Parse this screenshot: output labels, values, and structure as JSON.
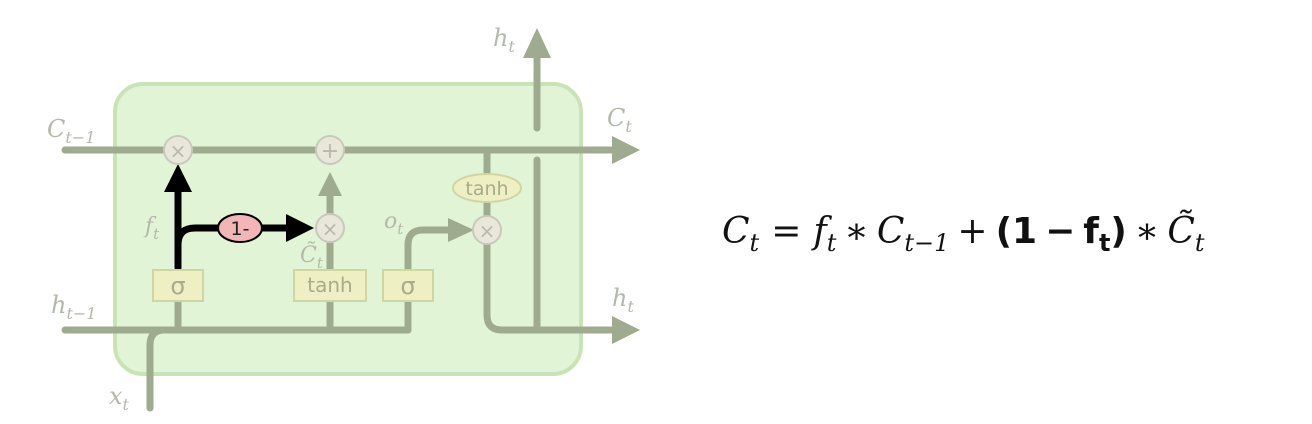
{
  "diagram": {
    "labels": {
      "c_prev": {
        "base": "C",
        "sub": "t−1"
      },
      "c_out": {
        "base": "C",
        "sub": "t"
      },
      "h_prev": {
        "base": "h",
        "sub": "t−1"
      },
      "h_out_right": {
        "base": "h",
        "sub": "t"
      },
      "h_out_top": {
        "base": "h",
        "sub": "t"
      },
      "x_in": {
        "base": "x",
        "sub": "t"
      },
      "forget": {
        "base": "f",
        "sub": "t"
      },
      "candidate": {
        "base": "C̃",
        "sub": "t"
      },
      "output": {
        "base": "o",
        "sub": "t"
      }
    },
    "gates": {
      "sigma_forget": "σ",
      "tanh_candidate": "tanh",
      "sigma_output": "σ",
      "tanh_cell": "tanh",
      "one_minus": "1-"
    },
    "ops": {
      "mul_forget": "×",
      "add_cell": "+",
      "mul_input": "×",
      "mul_output": "×"
    }
  },
  "equation": {
    "lhs": {
      "base": "C",
      "sub": "t"
    },
    "eq": "=",
    "term1_f": {
      "base": "f",
      "sub": "t"
    },
    "star1": "∗",
    "term1_c": {
      "base": "C",
      "sub": "t−1"
    },
    "plus": "+",
    "paren_open": "(",
    "one": "1",
    "minus": "−",
    "paren_f": {
      "base": "f",
      "sub": "t"
    },
    "paren_close": ")",
    "star2": "∗",
    "term2_c": {
      "base": "C̃",
      "sub": "t"
    }
  },
  "colors": {
    "cell_fill": "#e2f4d6",
    "cell_border": "#c8e3b5",
    "line": "#9fab8f",
    "highlight": "#000000",
    "gate_fill": "#eef0c4",
    "gate_border": "#cfd6a3",
    "one_minus_fill": "#f2b6b6"
  }
}
